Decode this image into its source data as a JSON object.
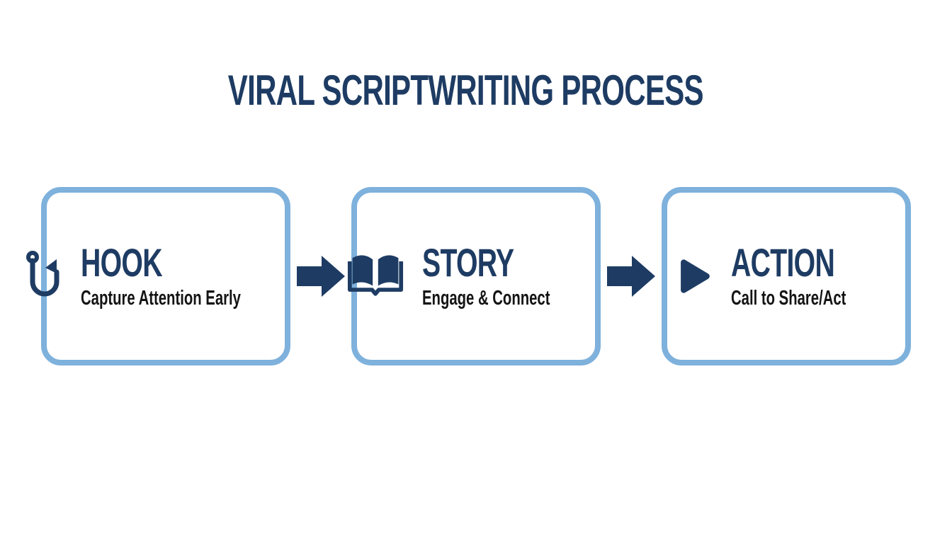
{
  "page": {
    "title": "VIRAL SCRIPTWRITING PROCESS"
  },
  "colors": {
    "navy": "#1e3c63",
    "box-border": "#7eb1dc",
    "subtitle-text": "#141414",
    "background": "#ffffff"
  },
  "steps": [
    {
      "title": "HOOK",
      "subtitle": "Capture Attention Early",
      "icon": "fish-hook-icon"
    },
    {
      "title": "STORY",
      "subtitle": "Engage & Connect",
      "icon": "open-book-icon"
    },
    {
      "title": "ACTION",
      "subtitle": "Call to Share/Act",
      "icon": "play-icon"
    }
  ],
  "connectors": [
    {
      "icon": "arrow-right-icon"
    },
    {
      "icon": "arrow-right-icon"
    }
  ]
}
